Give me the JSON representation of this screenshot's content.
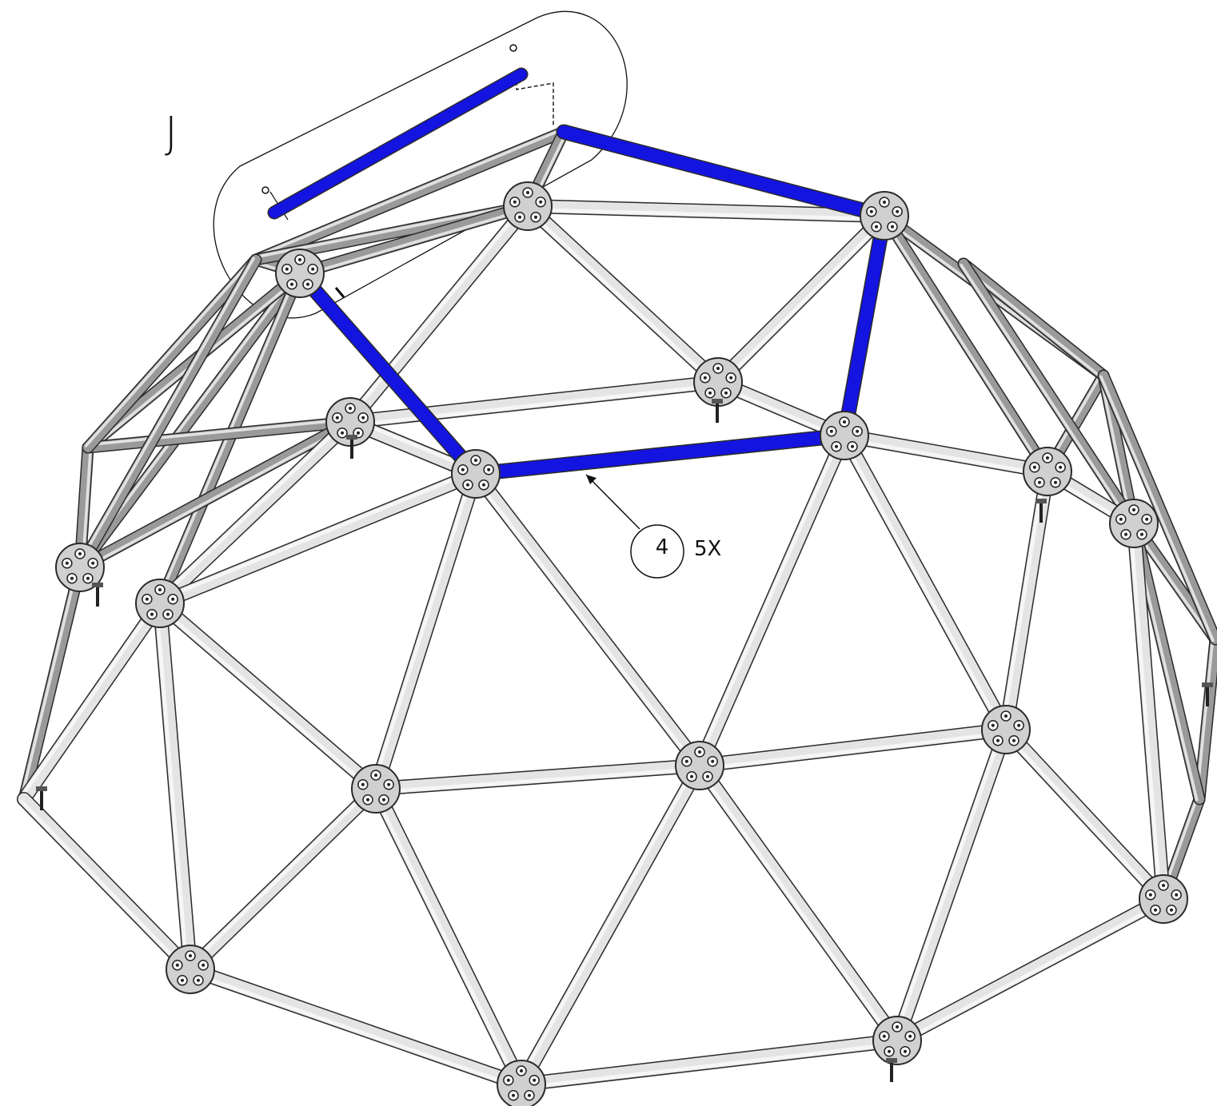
{
  "step": {
    "label": "J"
  },
  "callout": {
    "item_number": "4",
    "quantity": "5X"
  },
  "colors": {
    "background": "#ffffff",
    "strut": "#e4e4e4",
    "strut_shade": "#9a9a9a",
    "strut_outline": "#2a2a2a",
    "highlight_strut": "#1414e0",
    "hub": "#d0d0d0",
    "line": "#111111"
  },
  "icons": [
    "hub-connector-icon",
    "bolt-icon"
  ]
}
